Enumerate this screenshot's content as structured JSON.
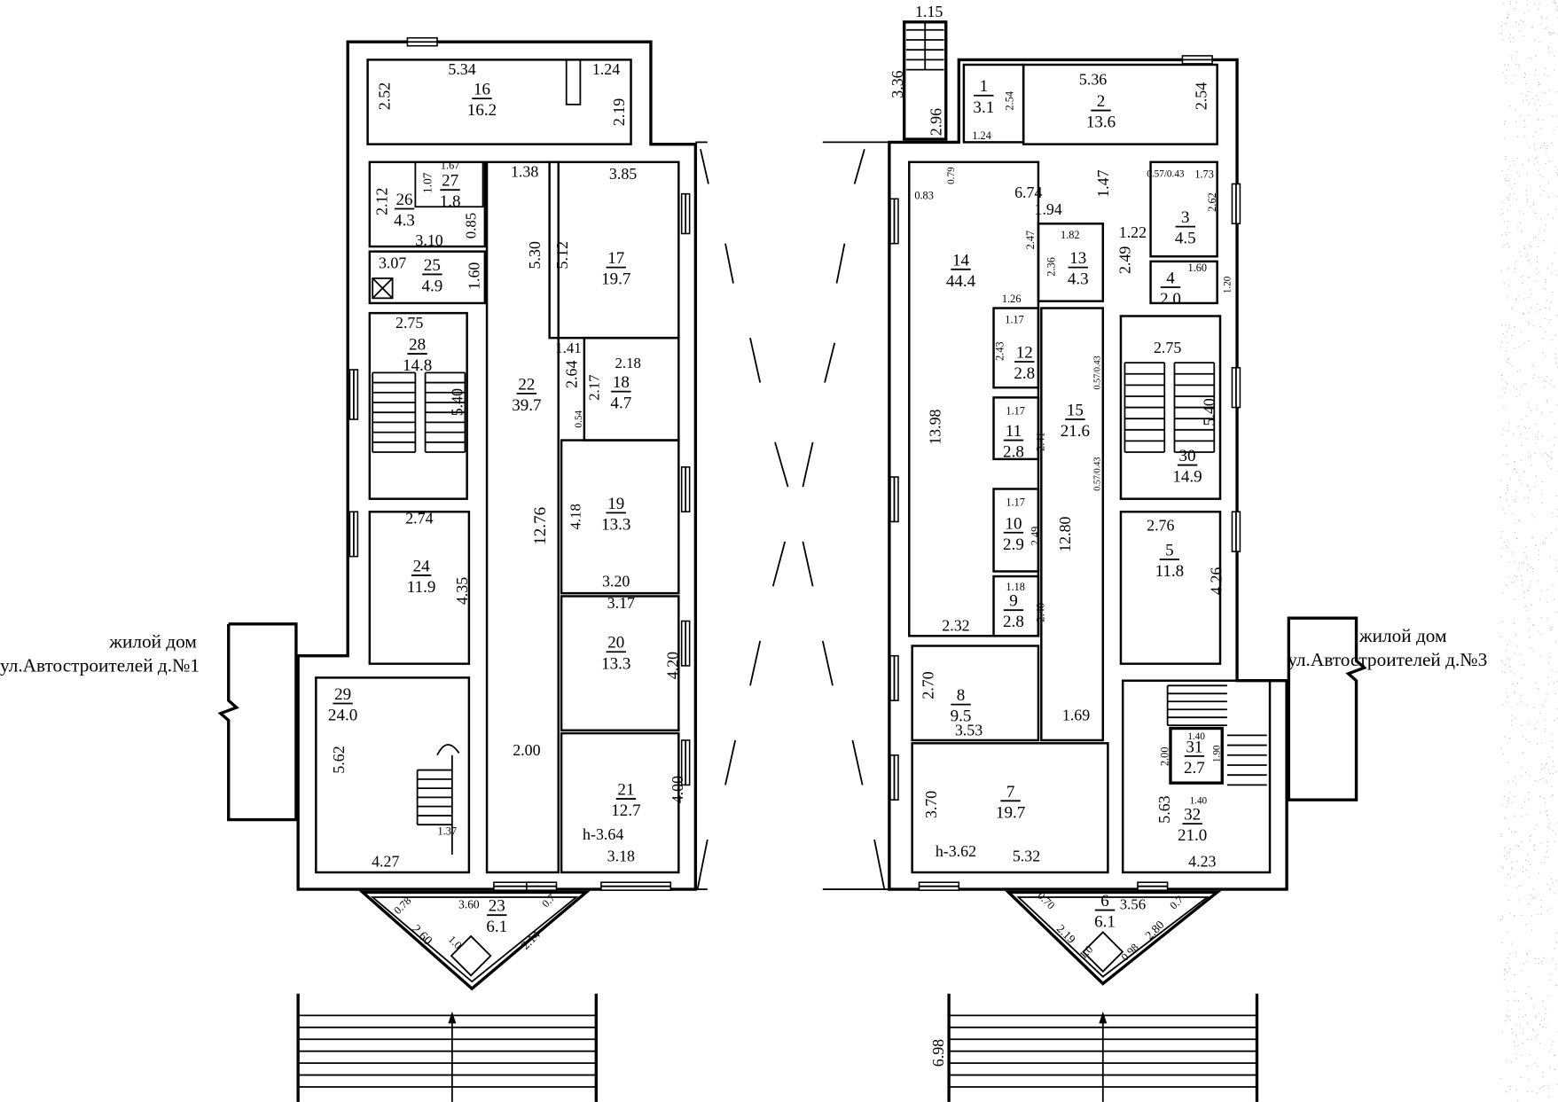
{
  "left_building": {
    "neighbor_label": [
      "жилой дом",
      "ул.Автостроителей д.№1"
    ],
    "rooms": [
      {
        "number": "16",
        "area": "16.2"
      },
      {
        "number": "27",
        "area": "1.8"
      },
      {
        "number": "26",
        "area": "4.3"
      },
      {
        "number": "25",
        "area": "4.9"
      },
      {
        "number": "28",
        "area": "14.8"
      },
      {
        "number": "22",
        "area": "39.7"
      },
      {
        "number": "17",
        "area": "19.7"
      },
      {
        "number": "18",
        "area": "4.7"
      },
      {
        "number": "19",
        "area": "13.3"
      },
      {
        "number": "20",
        "area": "13.3"
      },
      {
        "number": "24",
        "area": "11.9"
      },
      {
        "number": "29",
        "area": "24.0"
      },
      {
        "number": "21",
        "area": "12.7"
      },
      {
        "number": "23",
        "area": "6.1"
      }
    ],
    "dimensions": [
      "5.34",
      "1.24",
      "2.52",
      "2.19",
      "1.38",
      "3.85",
      "1.67",
      "1.07",
      "2.12",
      "0.85",
      "3.10",
      "3.07",
      "1.60",
      "5.30",
      "5.12",
      "2.75",
      "1.41",
      "2.64",
      "2.18",
      "2.17",
      "0.54",
      "5.40",
      "12.76",
      "4.18",
      "3.20",
      "3.17",
      "4.20",
      "2.74",
      "4.35",
      "2.00",
      "5.62",
      "4.00",
      "h-3.64",
      "3.18",
      "4.27",
      "1.37",
      "3.60",
      "0.78",
      "2.60",
      "1.0",
      "2.14",
      "0.7"
    ]
  },
  "right_building": {
    "neighbor_label": [
      "жилой дом",
      "ул.Автостроителей д.№3"
    ],
    "rooms": [
      {
        "number": "1",
        "area": "3.1"
      },
      {
        "number": "2",
        "area": "13.6"
      },
      {
        "number": "14",
        "area": "44.4"
      },
      {
        "number": "13",
        "area": "4.3"
      },
      {
        "number": "3",
        "area": "4.5"
      },
      {
        "number": "4",
        "area": "2.0"
      },
      {
        "number": "12",
        "area": "2.8"
      },
      {
        "number": "11",
        "area": "2.8"
      },
      {
        "number": "10",
        "area": "2.9"
      },
      {
        "number": "9",
        "area": "2.8"
      },
      {
        "number": "15",
        "area": "21.6"
      },
      {
        "number": "30",
        "area": "14.9"
      },
      {
        "number": "5",
        "area": "11.8"
      },
      {
        "number": "8",
        "area": "9.5"
      },
      {
        "number": "7",
        "area": "19.7"
      },
      {
        "number": "31",
        "area": "2.7"
      },
      {
        "number": "32",
        "area": "21.0"
      },
      {
        "number": "6",
        "area": "6.1"
      }
    ],
    "dimensions": [
      "1.15",
      "3.36",
      "2.96",
      "2.54",
      "1.24",
      "5.36",
      "2.54",
      "0.83",
      "0.79",
      "6.74",
      "1.47",
      "0.57/0.43",
      "1.73",
      "2.62",
      "1.94",
      "2.47",
      "1.82",
      "1.22",
      "2.36",
      "2.49",
      "1.60",
      "1.20",
      "1.26",
      "1.17",
      "2.43",
      "2.75",
      "0.57/0.43",
      "13.98",
      "5.40",
      "1.17",
      "2.41",
      "0.57/0.43",
      "1.17",
      "2.49",
      "12.80",
      "2.76",
      "4.26",
      "1.18",
      "2.40",
      "2.32",
      "2.70",
      "3.53",
      "1.69",
      "1.40",
      "1.90",
      "2.00",
      "1.40",
      "5.63",
      "3.70",
      "h-3.62",
      "5.32",
      "4.23",
      "3.56",
      "6.98",
      "0.70",
      "2.19",
      "1.0",
      "0.98",
      "2.80",
      "0.7"
    ]
  }
}
